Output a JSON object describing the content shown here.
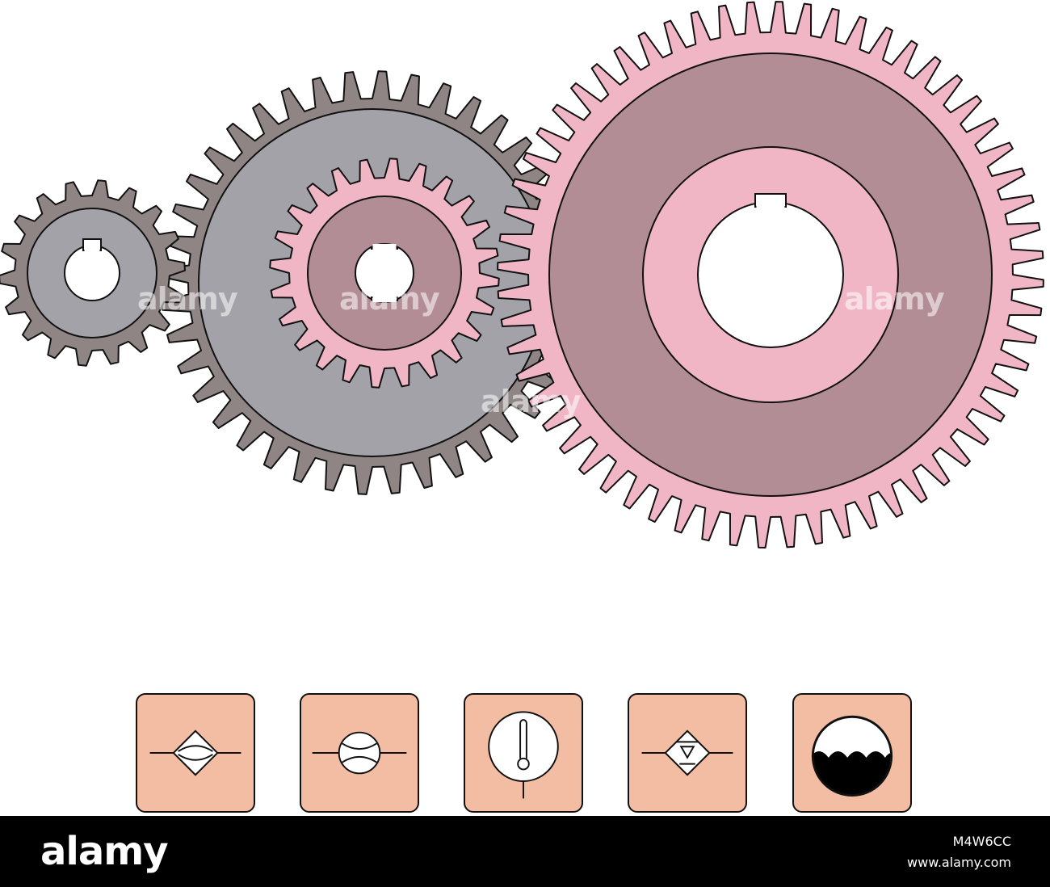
{
  "colors": {
    "background": "#ffffff",
    "outline": "#111111",
    "gray_teeth": "#8f8585",
    "gray_body": "#a3a2a8",
    "pink_teeth": "#f0b6c6",
    "mauve_body": "#b38d96",
    "tile_fill": "#f3bda3",
    "footer_bg": "#000000",
    "footer_text": "#ffffff"
  },
  "gears": [
    {
      "name": "small-gray-gear",
      "teeth": 18
    },
    {
      "name": "large-gray-gear",
      "teeth": 40
    },
    {
      "name": "small-pink-gear",
      "teeth": 24
    },
    {
      "name": "large-pink-gear",
      "teeth": 60
    }
  ],
  "icons": [
    {
      "name": "filter-diamond-icon"
    },
    {
      "name": "flow-meter-icon"
    },
    {
      "name": "thermometer-icon"
    },
    {
      "name": "filter-drain-icon"
    },
    {
      "name": "tank-level-icon"
    }
  ],
  "watermark": "alamy",
  "footer": {
    "brand": "alamy",
    "image_id": "M4W6CC",
    "site": "www.alamy.com"
  }
}
